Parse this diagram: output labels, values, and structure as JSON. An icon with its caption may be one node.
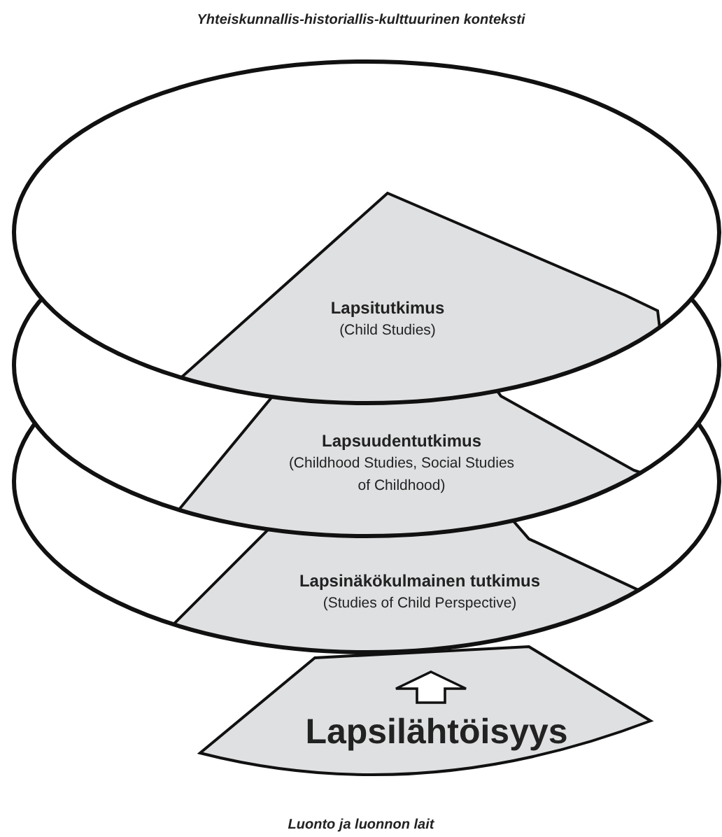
{
  "diagram": {
    "title": "Yhteiskunnallis-historiallis-kulttuurinen konteksti",
    "caption": "Luonto ja luonnon lait",
    "nodes": [
      {
        "text": [
          "Lapsitutkimus",
          "(Child Studies)"
        ]
      },
      {
        "text": [
          "Lapsuudentutkimus",
          "(Childhood Studies, Social Studies of Childhood)"
        ]
      },
      {
        "text": [
          "Lapsinäkökulmainen tutkimus",
          "(Studies of Child Perspective)"
        ]
      },
      {
        "text": [
          "Lapsilähtöisyys"
        ]
      }
    ]
  }
}
